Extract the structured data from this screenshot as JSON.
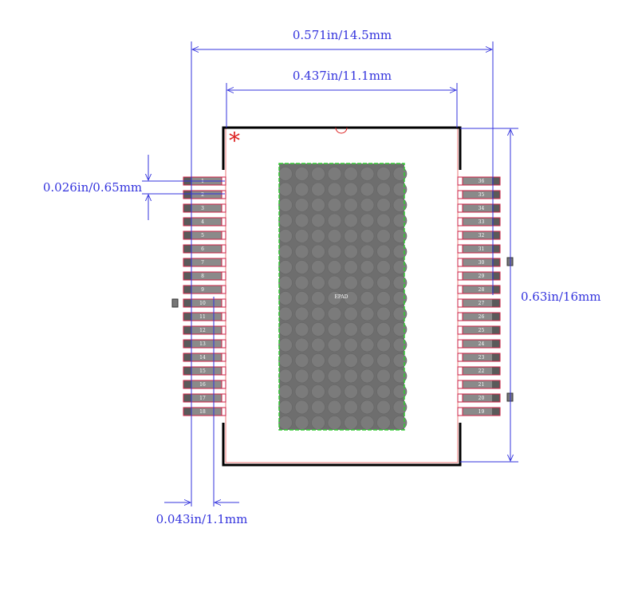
{
  "dimensions": {
    "overall_width": "0.571in/14.5mm",
    "body_width": "0.437in/11.1mm",
    "pitch": "0.026in/0.65mm",
    "overall_height": "0.63in/16mm",
    "pad_width": "0.043in/1.1mm"
  },
  "pin1_marker": "*",
  "thermal_pad_label": "EPAD",
  "left_pins": [
    "1",
    "2",
    "3",
    "4",
    "5",
    "6",
    "7",
    "8",
    "9",
    "10",
    "11",
    "12",
    "13",
    "14",
    "15",
    "16",
    "17",
    "18"
  ],
  "right_pins": [
    "36",
    "35",
    "34",
    "33",
    "32",
    "31",
    "30",
    "29",
    "28",
    "27",
    "26",
    "25",
    "24",
    "23",
    "22",
    "21",
    "20",
    "19"
  ],
  "colors": {
    "dimension": "#3333dd",
    "body_outline": "#000000",
    "pad_fill": "#8a8a8a",
    "pad_outline": "#cc2244",
    "thermal_pad": "#6e6e6e",
    "thermal_border": "#33cc33",
    "pin1_marker": "#dd2222"
  }
}
